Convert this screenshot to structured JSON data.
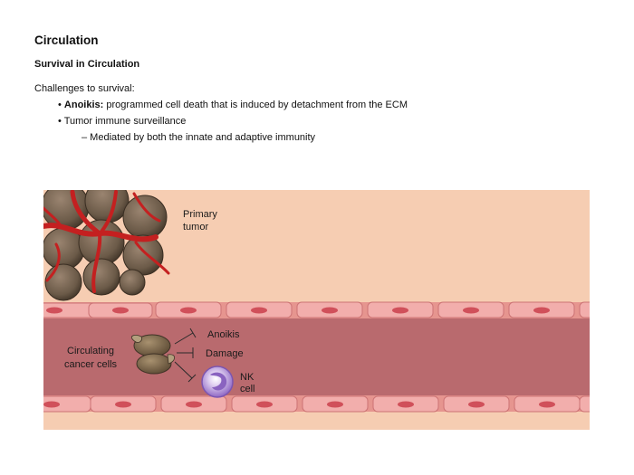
{
  "page": {
    "title": "Circulation",
    "subtitle": "Survival in Circulation",
    "intro": "Challenges to survival:",
    "bullets": [
      {
        "bold": "Anoikis:",
        "text": " programmed cell death that is induced by detachment from the ECM"
      },
      {
        "bold": "",
        "text": "Tumor immune surveillance"
      }
    ],
    "sub_bullet": "– Mediated by both the innate and adaptive immunity"
  },
  "figure": {
    "primary_tumor_line1": "Primary",
    "primary_tumor_line2": "tumor",
    "circulating_line1": "Circulating",
    "circulating_line2": "cancer cells",
    "anoikis_label": "Anoikis",
    "damage_label": "Damage",
    "nk_line1": "NK",
    "nk_line2": "cell",
    "colors": {
      "tissue": "#f6cdb2",
      "vessel_lumen": "#b96a6e",
      "endothelial_cell": "#d97f84",
      "tumor_cell": "#6b5a48",
      "blood_vessel_red": "#c42020",
      "nk_cell": "#9f7ad0"
    }
  }
}
